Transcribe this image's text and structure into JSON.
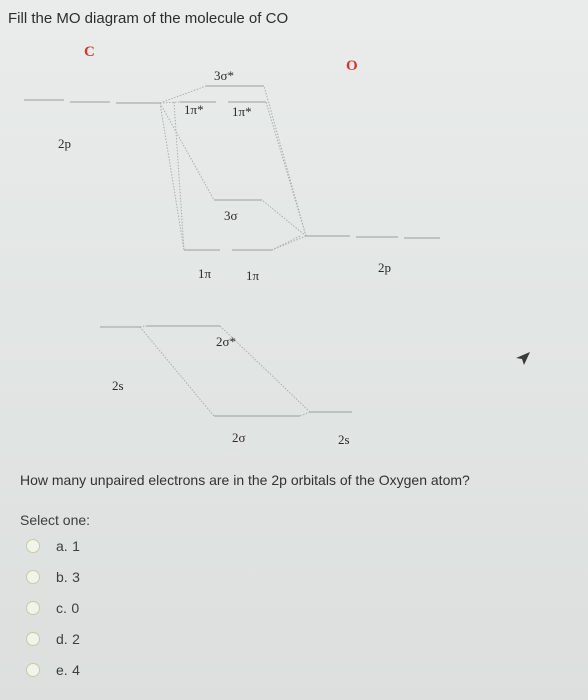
{
  "question": {
    "title": "Fill the MO diagram of the molecule of CO",
    "prompt": "How many unpaired electrons are in the 2p orbitals of the Oxygen atom?",
    "select_label": "Select one:"
  },
  "diagram": {
    "atom_left": "C",
    "atom_right": "O",
    "labels": {
      "c_2p": "2p",
      "c_2s": "2s",
      "o_2p": "2p",
      "o_2s": "2s",
      "mo_3s_star": "3σ*",
      "mo_1pi_star_a": "1π*",
      "mo_1pi_star_b": "1π*",
      "mo_3s": "3σ",
      "mo_1pi_a": "1π",
      "mo_1pi_b": "1π",
      "mo_2s_star": "2σ*",
      "mo_2s": "2σ"
    },
    "atom_color": "#d0382f"
  },
  "options": [
    {
      "letter": "a.",
      "value": "1"
    },
    {
      "letter": "b.",
      "value": "3"
    },
    {
      "letter": "c.",
      "value": "0"
    },
    {
      "letter": "d.",
      "value": "2"
    },
    {
      "letter": "e.",
      "value": "4"
    }
  ]
}
